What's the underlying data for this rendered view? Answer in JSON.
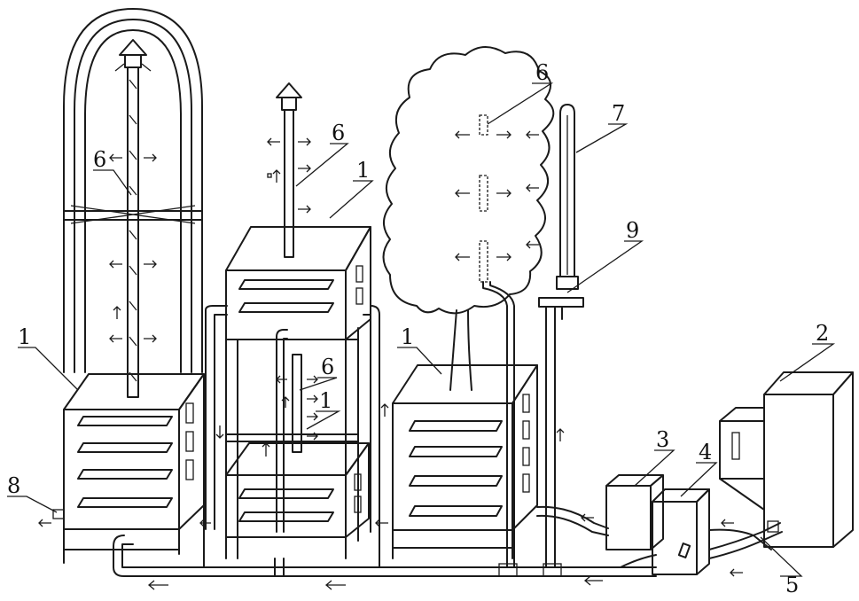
{
  "labels": {
    "box": "1",
    "control_unit": "2",
    "unit_3": "3",
    "unit_4": "4",
    "unit_5": "5",
    "pipe": "6",
    "unit_7": "7",
    "outlet": "8",
    "fitting": "9"
  },
  "colors": {
    "line": "#1a1a1a",
    "background": "#ffffff"
  }
}
